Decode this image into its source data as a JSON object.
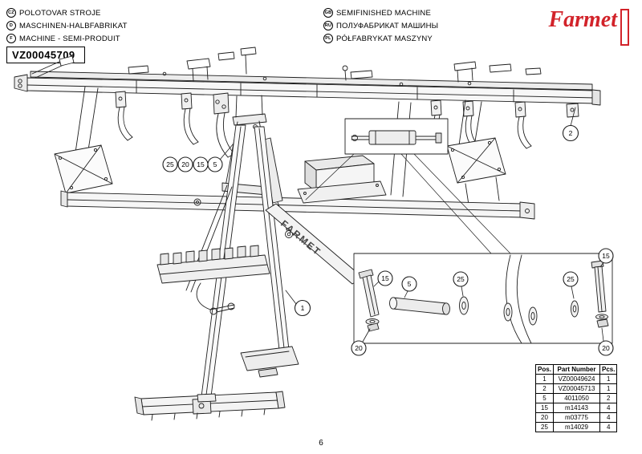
{
  "header": {
    "languages_left": [
      {
        "code": "CZ",
        "label": "POLOTOVAR STROJE"
      },
      {
        "code": "D",
        "label": "MASCHINEN-HALBFABRIKAT"
      },
      {
        "code": "F",
        "label": "MACHINE - SEMI-PRODUIT"
      }
    ],
    "languages_right": [
      {
        "code": "GB",
        "label": "SEMIFINISHED MACHINE"
      },
      {
        "code": "RU",
        "label": "ПОЛУФАБРИКАТ МАШИНЫ"
      },
      {
        "code": "PL",
        "label": "PÓŁFABRYKAT MASZYNY"
      }
    ],
    "drawing_number": "VZ00045709",
    "brand": "Farmet",
    "brand_color": "#d2232a"
  },
  "diagram": {
    "frame_brand": "FARMET",
    "main_callouts": [
      "25",
      "20",
      "15",
      "5",
      "2",
      "1"
    ],
    "inset_callouts": [
      "15",
      "5",
      "25",
      "25",
      "15",
      "20",
      "20"
    ]
  },
  "parts_table": {
    "headers": [
      "Pos.",
      "Part Number",
      "Pcs."
    ],
    "rows": [
      {
        "pos": "1",
        "part_number": "VZ00049624",
        "pcs": "1"
      },
      {
        "pos": "2",
        "part_number": "VZ00045713",
        "pcs": "1"
      },
      {
        "pos": "5",
        "part_number": "4011050",
        "pcs": "2"
      },
      {
        "pos": "15",
        "part_number": "m14143",
        "pcs": "4"
      },
      {
        "pos": "20",
        "part_number": "m03775",
        "pcs": "4"
      },
      {
        "pos": "25",
        "part_number": "m14029",
        "pcs": "4"
      }
    ]
  },
  "footer": {
    "page_number": "6"
  }
}
